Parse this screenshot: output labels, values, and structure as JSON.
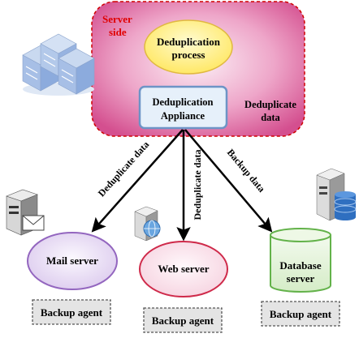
{
  "server": {
    "label_line1": "Server",
    "label_line2": "side",
    "dedup_process_line1": "Deduplication",
    "dedup_process_line2": "process",
    "appliance_line1": "Deduplication",
    "appliance_line2": "Appliance",
    "dedup_data_line1": "Deduplicate",
    "dedup_data_line2": "data"
  },
  "arrows": {
    "mail": "Deduplicate data",
    "web": "Deduplicate data",
    "db": "Backup data"
  },
  "clients": {
    "mail": "Mail server",
    "web": "Web server",
    "db_line1": "Database",
    "db_line2": "server"
  },
  "agents": {
    "mail": "Backup agent",
    "web": "Backup agent",
    "db": "Backup agent"
  },
  "colors": {
    "server_fill": "#d44f8f",
    "server_border": "#d00000",
    "server_label": "#e00000",
    "process_fill": "#fff27a",
    "process_border": "#e0b840",
    "appliance_fill": "#e6f0fa",
    "appliance_border": "#6d94c6",
    "mail_fill": "#e7dcf2",
    "mail_border": "#9366bf",
    "web_fill": "#fbe6ee",
    "web_border": "#cf2a4a",
    "db_fill": "#e6f4dc",
    "db_border": "#63b24a",
    "agent_fill": "#e4e4e4"
  },
  "icons": [
    "server-rack-icon",
    "mail-server-icon",
    "web-server-icon",
    "database-server-icon"
  ]
}
